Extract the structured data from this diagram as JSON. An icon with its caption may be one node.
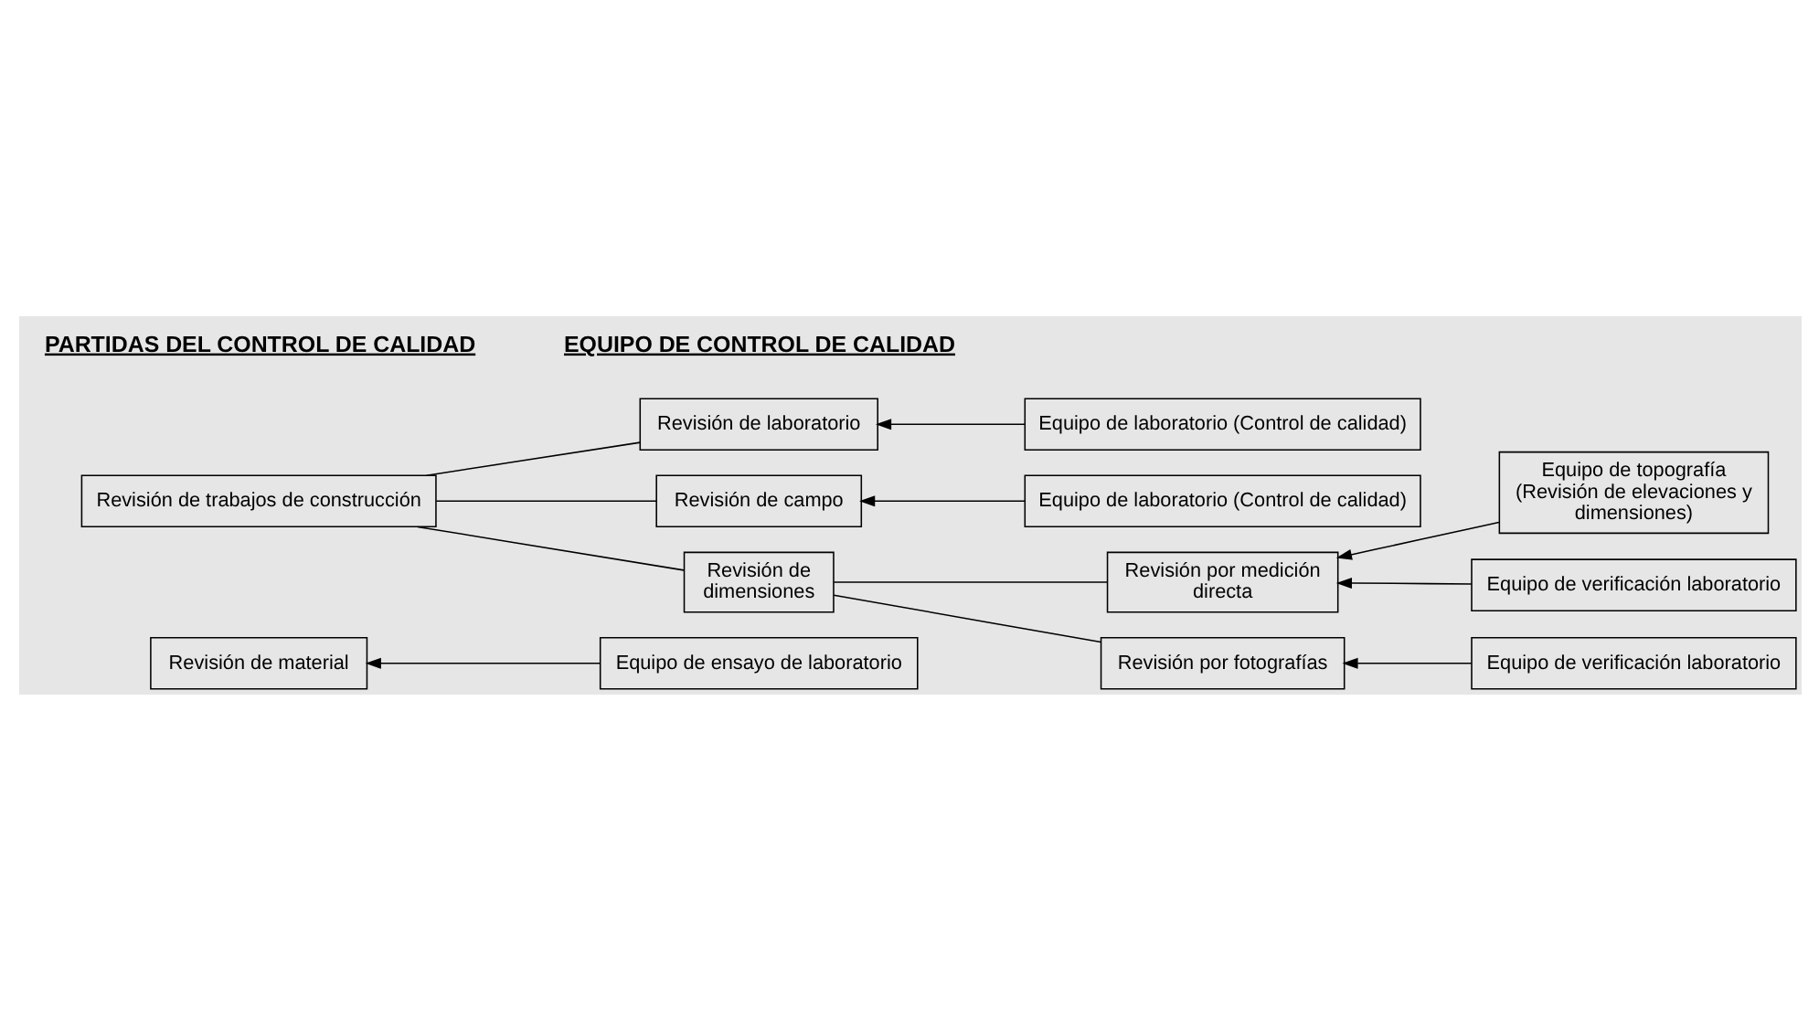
{
  "diagram": {
    "nodes": [
      {
        "text": [
          "Revisión de material"
        ]
      },
      {
        "text": [
          "Equipo de ensayo de laboratorio"
        ]
      },
      {
        "text": [
          "Revisión de trabajos de construcción"
        ]
      },
      {
        "text": [
          "Revisión de laboratorio"
        ]
      },
      {
        "text": [
          "Equipo de laboratorio (Control de calidad)"
        ]
      },
      {
        "text": [
          "Revisión de campo"
        ]
      },
      {
        "text": [
          "Equipo de laboratorio (Control de calidad)"
        ]
      },
      {
        "text": [
          "Revisión de dimensiones"
        ]
      },
      {
        "text": [
          "Revisión por medición directa"
        ]
      },
      {
        "text": [
          "Equipo de topografía (Revisión de elevaciones y dimensiones)"
        ]
      },
      {
        "text": [
          "Equipo de verificación laboratorio"
        ]
      },
      {
        "text": [
          "Revisión por fotografías"
        ]
      },
      {
        "text": [
          "Equipo de verificación laboratorio"
        ]
      }
    ],
    "edges": [
      {
        "from": 1,
        "to": 0,
        "arrow": "to"
      },
      {
        "from": 2,
        "to": 3,
        "arrow": "none"
      },
      {
        "from": 4,
        "to": 3,
        "arrow": "to"
      },
      {
        "from": 2,
        "to": 5,
        "arrow": "none"
      },
      {
        "from": 6,
        "to": 5,
        "arrow": "to"
      },
      {
        "from": 2,
        "to": 7,
        "arrow": "none"
      },
      {
        "from": 7,
        "to": 8,
        "arrow": "none"
      },
      {
        "from": 9,
        "to": 8,
        "arrow": "to"
      },
      {
        "from": 10,
        "to": 8,
        "arrow": "to"
      },
      {
        "from": 7,
        "to": 11,
        "arrow": "none"
      },
      {
        "from": 12,
        "to": 11,
        "arrow": "to"
      }
    ],
    "labels": [
      "PARTIDAS DEL CONTROL DE CALIDAD",
      "EQUIPO DE CONTROL DE CALIDAD"
    ]
  }
}
